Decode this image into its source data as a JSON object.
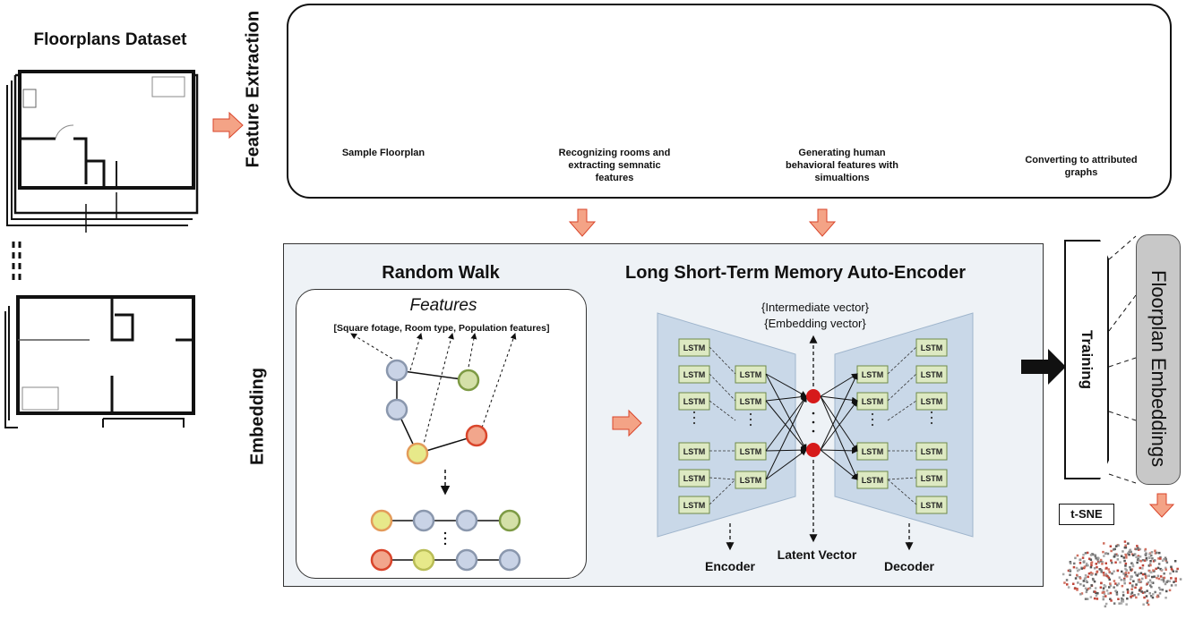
{
  "left": {
    "title": "Floorplans Dataset"
  },
  "sections": {
    "feature_extraction": "Feature Extraction",
    "embedding": "Embedding"
  },
  "steps": [
    {
      "caption": "Sample Floorplan"
    },
    {
      "caption": "Recognizing rooms and extracting semnatic features"
    },
    {
      "caption": "Generating human behavioral features with simualtions"
    },
    {
      "caption": "Converting to attributed graphs"
    }
  ],
  "random_walk": {
    "title": "Random Walk",
    "features_title": "Features",
    "features_list": "[Square fotage, Room type, Population features]"
  },
  "lstm": {
    "title": "Long Short-Term Memory Auto-Encoder",
    "cell_label": "LSTM",
    "vector_line1": "{Intermediate vector}",
    "vector_line2": "{Embedding vector}",
    "encoder_label": "Encoder",
    "latent_label": "Latent Vector",
    "decoder_label": "Decoder"
  },
  "training_label": "Training",
  "output_label": "Floorplan Embeddings",
  "tsne_label": "t-SNE",
  "colors": {
    "room_blue": "#b7c3d9",
    "room_green": "#dde68a",
    "room_salmon": "#f0a488",
    "arrow_red": "#d9452b",
    "arrow_pink": "#f4a386",
    "node_blue": "#c9d3e6",
    "node_green": "#d4e0a8",
    "node_red": "#f2a68c",
    "node_yellow": "#e7e98a",
    "lstm_cell": "#dde9c2",
    "trapezoid": "#c9d8e8",
    "latent_node": "#d61a1a"
  }
}
